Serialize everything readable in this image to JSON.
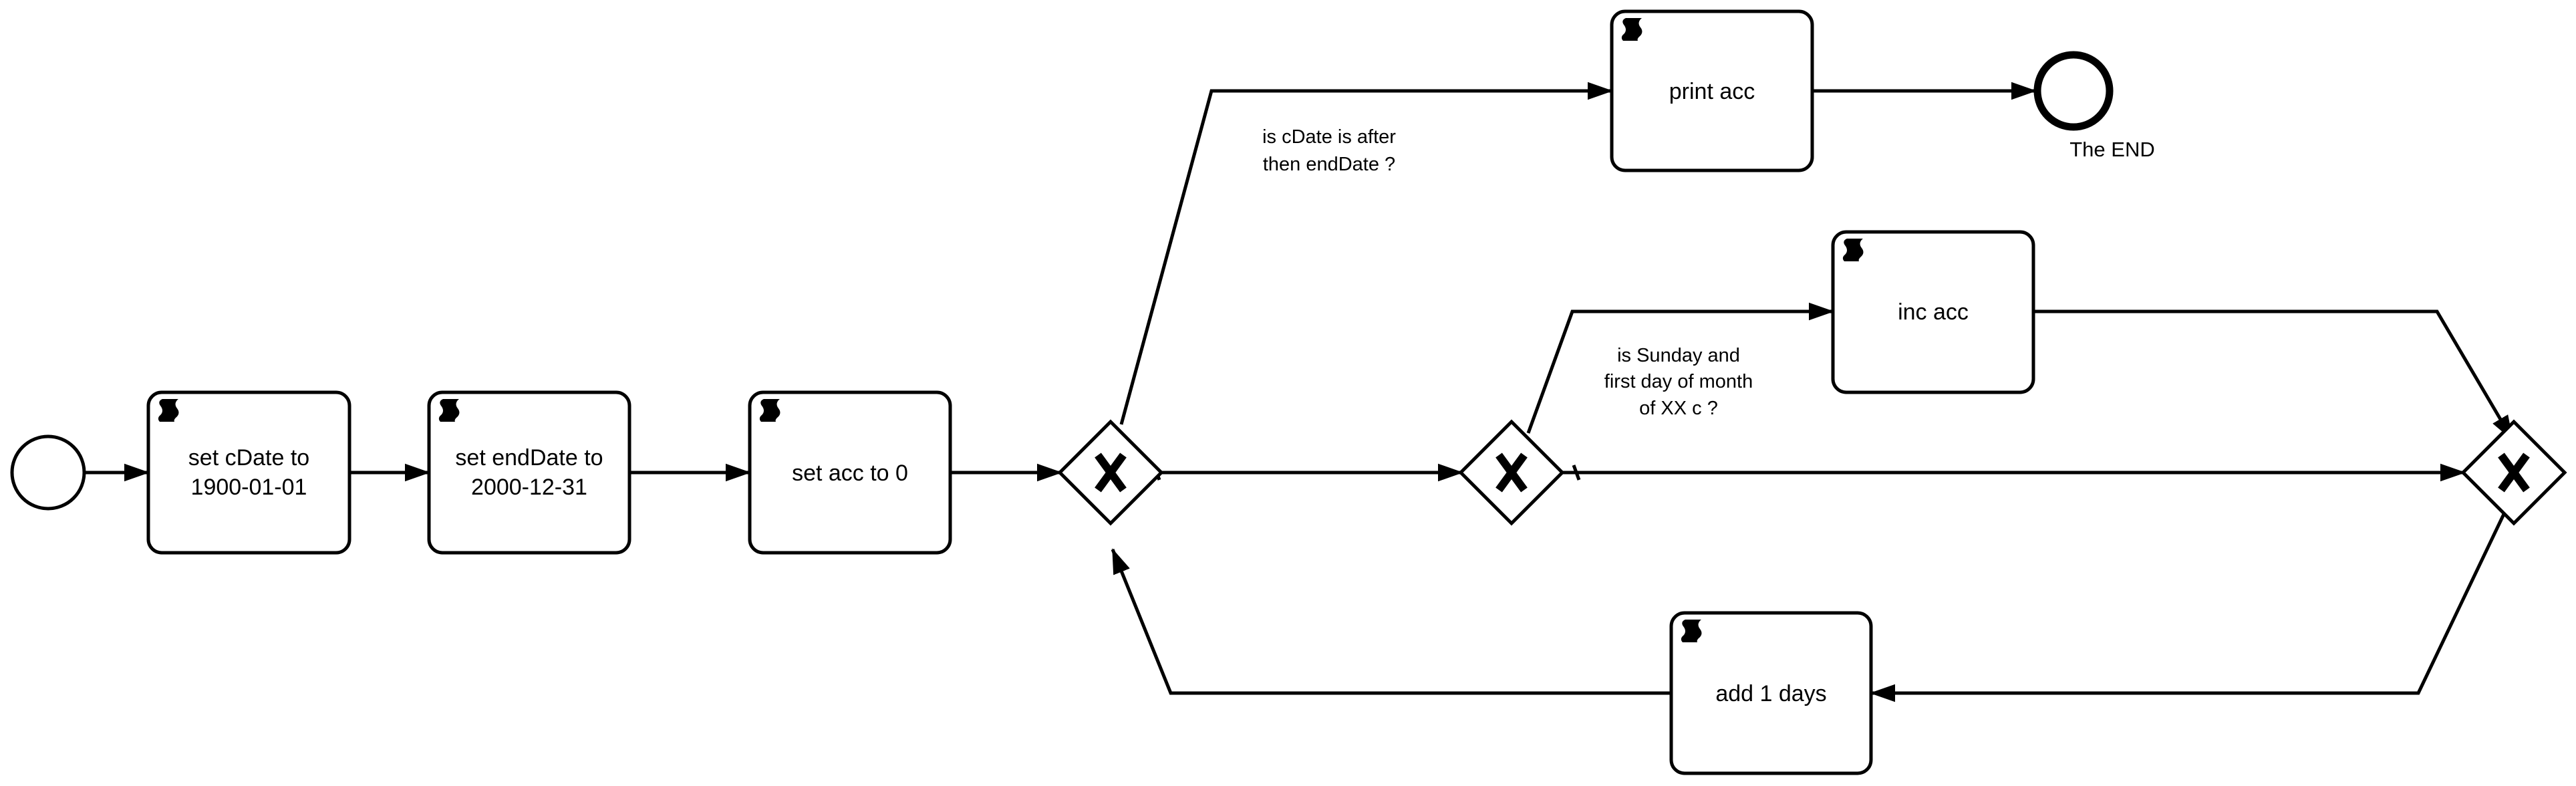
{
  "diagram": {
    "start_event": {
      "label": ""
    },
    "end_event": {
      "label": "The END"
    },
    "tasks": {
      "set_cdate": {
        "line1": "set cDate to",
        "line2": "1900-01-01",
        "icon": "script-icon"
      },
      "set_enddate": {
        "line1": "set endDate to",
        "line2": "2000-12-31",
        "icon": "script-icon"
      },
      "set_acc": {
        "label": "set acc to 0",
        "icon": "script-icon"
      },
      "print_acc": {
        "label": "print acc",
        "icon": "script-icon"
      },
      "inc_acc": {
        "label": "inc acc",
        "icon": "script-icon"
      },
      "add_days": {
        "label": "add 1 days",
        "icon": "script-icon"
      }
    },
    "gateways": {
      "gateway_1": {
        "type": "exclusive",
        "icon": "x-icon"
      },
      "gateway_2": {
        "type": "exclusive",
        "icon": "x-icon"
      },
      "gateway_3": {
        "type": "exclusive",
        "icon": "x-icon"
      }
    },
    "flow_labels": {
      "is_after": {
        "line1": "is cDate is after",
        "line2": "then endDate ?"
      },
      "is_sunday": {
        "line1": "is Sunday and",
        "line2": "first day of month",
        "line3": "of XX c ?"
      }
    }
  }
}
